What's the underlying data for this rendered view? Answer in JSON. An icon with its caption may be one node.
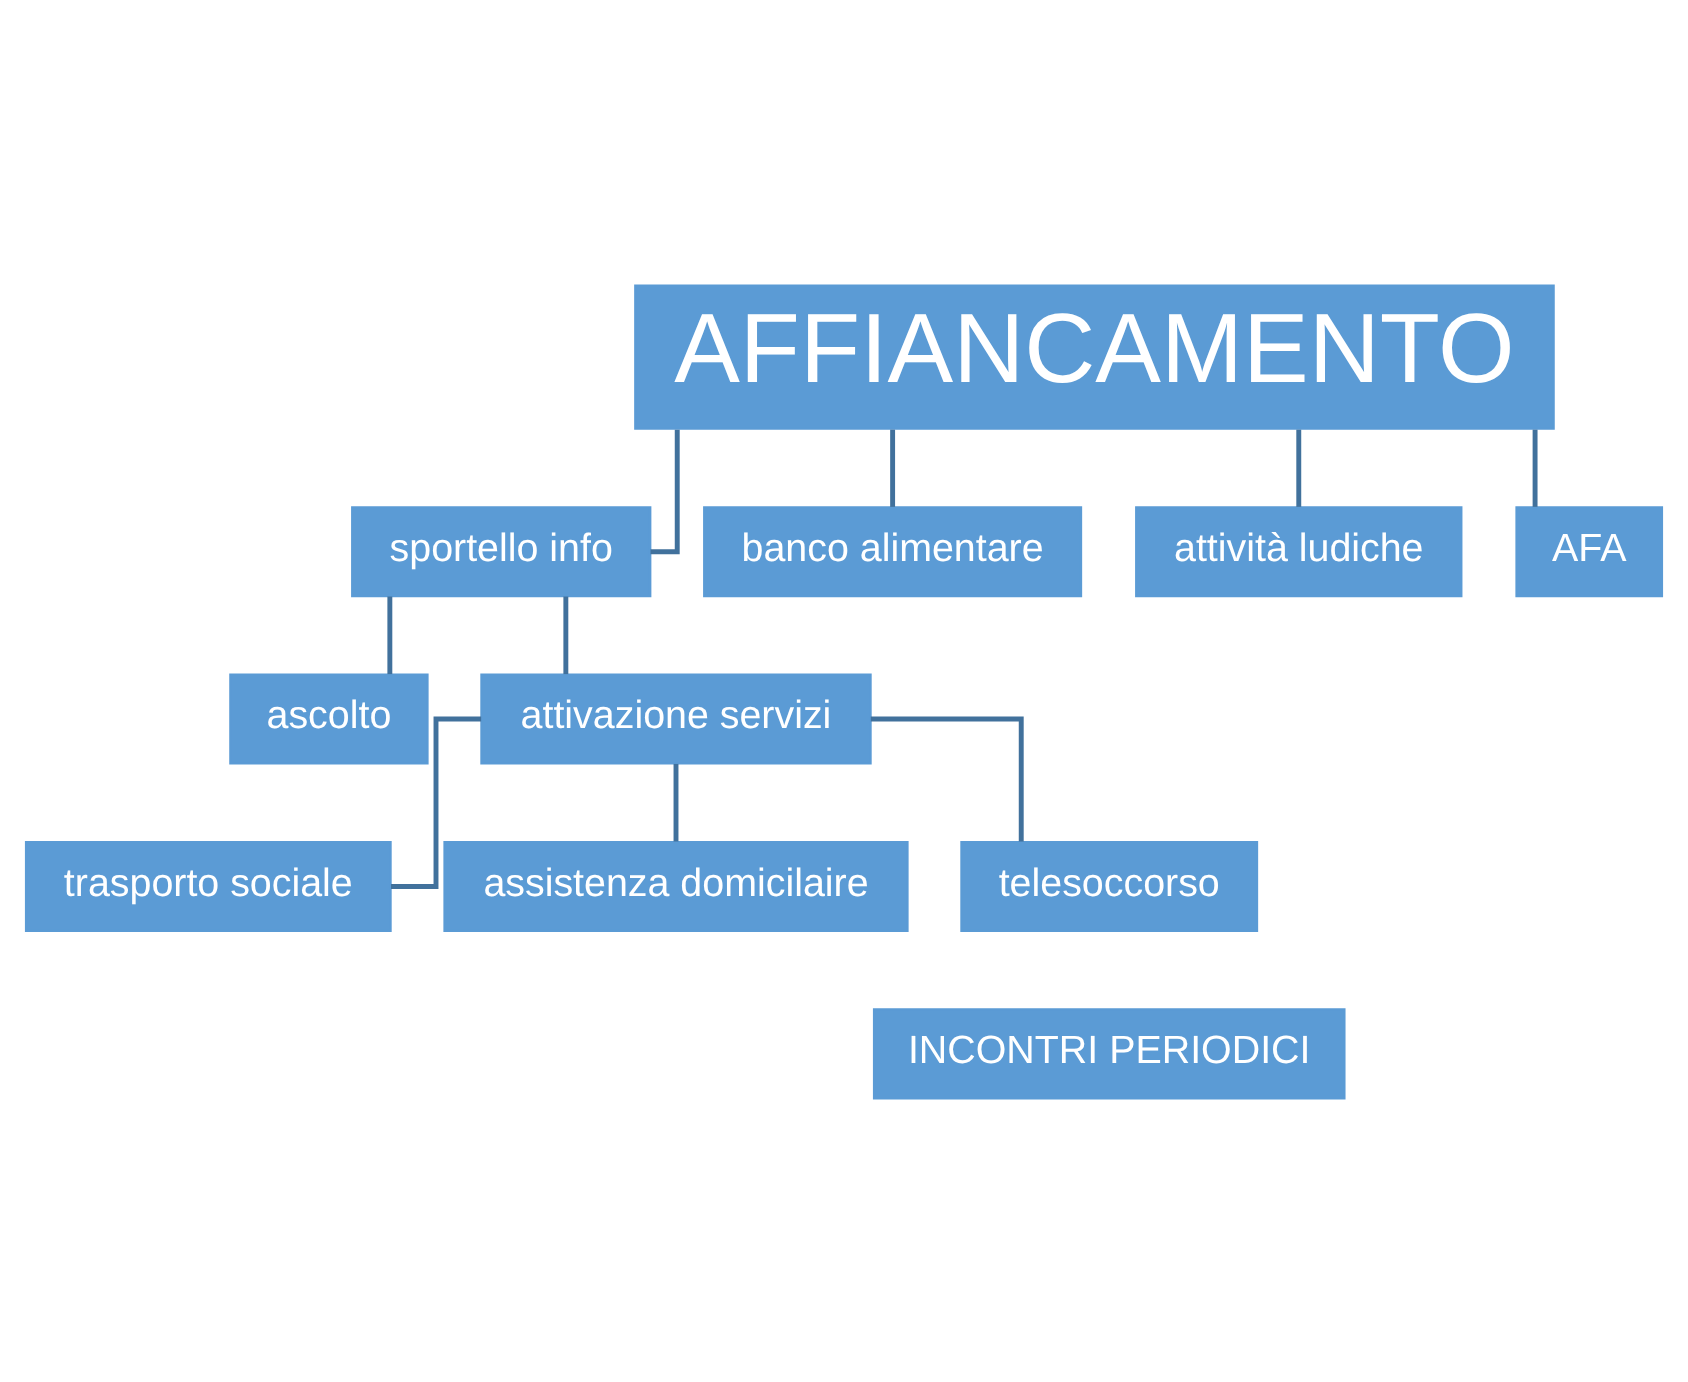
{
  "diagram": {
    "nodes": [
      {
        "text": [
          "AFFIANCAMENTO"
        ]
      },
      {
        "text": [
          "sportello info"
        ]
      },
      {
        "text": [
          "banco alimentare"
        ]
      },
      {
        "text": [
          "attività ludiche"
        ]
      },
      {
        "text": [
          "AFA"
        ]
      },
      {
        "text": [
          "ascolto"
        ]
      },
      {
        "text": [
          "attivazione servizi"
        ]
      },
      {
        "text": [
          "trasporto sociale"
        ]
      },
      {
        "text": [
          "assistenza domicilaire"
        ]
      },
      {
        "text": [
          "telesoccorso"
        ]
      },
      {
        "text": [
          "INCONTRI PERIODICI"
        ]
      }
    ],
    "edges": [
      {
        "from": 0,
        "to": 1,
        "arrow": "none"
      },
      {
        "from": 0,
        "to": 2,
        "arrow": "none"
      },
      {
        "from": 0,
        "to": 3,
        "arrow": "none"
      },
      {
        "from": 0,
        "to": 4,
        "arrow": "none"
      },
      {
        "from": 1,
        "to": 5,
        "arrow": "none"
      },
      {
        "from": 1,
        "to": 6,
        "arrow": "none"
      },
      {
        "from": 6,
        "to": 7,
        "arrow": "none"
      },
      {
        "from": 6,
        "to": 8,
        "arrow": "none"
      },
      {
        "from": 6,
        "to": 9,
        "arrow": "none"
      }
    ]
  }
}
